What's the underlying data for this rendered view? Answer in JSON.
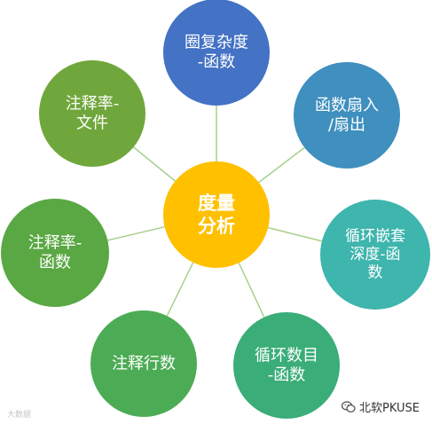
{
  "colors": {
    "connector": "#a8d08d",
    "center": "#ffc000",
    "text": "#ffffff",
    "watermark": "#c7c7c7"
  },
  "center": {
    "lines": [
      "度量",
      "分析"
    ],
    "color": "#ffc000"
  },
  "nodes": [
    {
      "id": "cyclomatic-complexity-function",
      "lines": [
        "圈复杂度",
        "-函数"
      ],
      "color": "#4472c4"
    },
    {
      "id": "fan-in-fan-out",
      "lines": [
        "函数扇入",
        "/扇出"
      ],
      "color": "#3f8fbf"
    },
    {
      "id": "loop-nesting-depth",
      "lines": [
        "循环嵌套",
        "深度-函",
        "数"
      ],
      "color": "#3eb5ad"
    },
    {
      "id": "loop-count-function",
      "lines": [
        "循环数目",
        "-函数"
      ],
      "color": "#3aad78"
    },
    {
      "id": "comment-lines",
      "lines": [
        "注释行数"
      ],
      "color": "#4cac55"
    },
    {
      "id": "comment-rate-function",
      "lines": [
        "注释率-",
        "函数"
      ],
      "color": "#5aa844"
    },
    {
      "id": "comment-rate-file",
      "lines": [
        "注释率-",
        "文件"
      ],
      "color": "#70a73c"
    }
  ],
  "watermark": {
    "left": "大数据",
    "right": "北软PKUSE",
    "icon": "wechat-icon"
  }
}
